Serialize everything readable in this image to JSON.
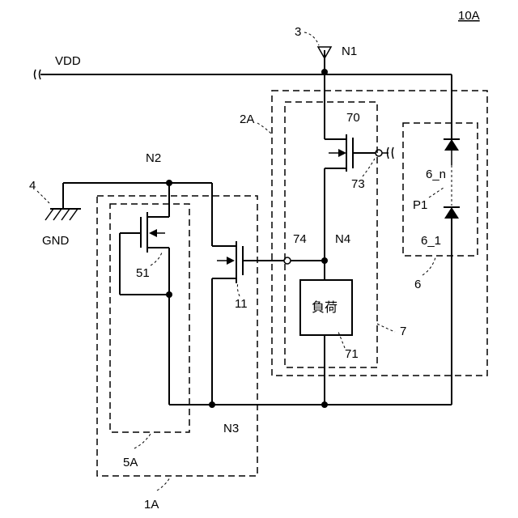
{
  "figure_id": "10A",
  "rails": {
    "vdd": "VDD",
    "gnd": "GND"
  },
  "terminals": {
    "pad_vdd": "3",
    "pad_gnd": "4"
  },
  "nodes": {
    "n1": "N1",
    "n2": "N2",
    "n3": "N3",
    "n4": "N4"
  },
  "blocks": {
    "b1": "1A",
    "b2": "2A",
    "b5": "5A",
    "b6": "6",
    "b7": "7",
    "p1": "P1"
  },
  "components": {
    "t11": "11",
    "t51": "51",
    "t70": "70",
    "load": "71",
    "load_text": "負荷",
    "node73": "73",
    "node74": "74",
    "diode_top": "6_n",
    "diode_bottom": "6_1"
  }
}
